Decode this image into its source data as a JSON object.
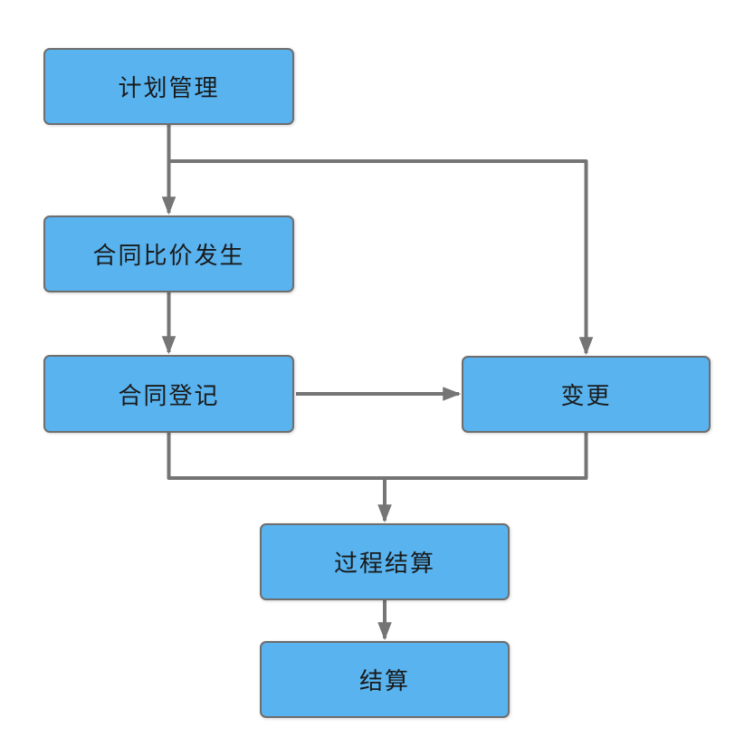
{
  "diagram": {
    "type": "flowchart",
    "title": "",
    "nodes": [
      {
        "id": "plan",
        "label": "计划管理"
      },
      {
        "id": "compare",
        "label": "合同比价发生"
      },
      {
        "id": "register",
        "label": "合同登记"
      },
      {
        "id": "change",
        "label": "变更"
      },
      {
        "id": "process_settlement",
        "label": "过程结算"
      },
      {
        "id": "settlement",
        "label": "结算"
      }
    ],
    "edges": [
      {
        "from": "计划管理",
        "to": "合同比价发生",
        "style": "arrow-down"
      },
      {
        "from": "计划管理",
        "to": "变更",
        "style": "branch-right-then-down"
      },
      {
        "from": "合同比价发生",
        "to": "合同登记",
        "style": "arrow-down"
      },
      {
        "from": "合同登记",
        "to": "变更",
        "style": "arrow-right"
      },
      {
        "from": "合同登记",
        "to": "过程结算",
        "style": "down-then-merge"
      },
      {
        "from": "变更",
        "to": "过程结算",
        "style": "down-then-merge"
      },
      {
        "from": "过程结算",
        "to": "结算",
        "style": "arrow-down"
      }
    ],
    "colors": {
      "node_fill": "#58b3ef",
      "node_border": "#6e6e6e",
      "connector": "#757575",
      "text": "#1a1a1a",
      "background": "#ffffff"
    }
  }
}
